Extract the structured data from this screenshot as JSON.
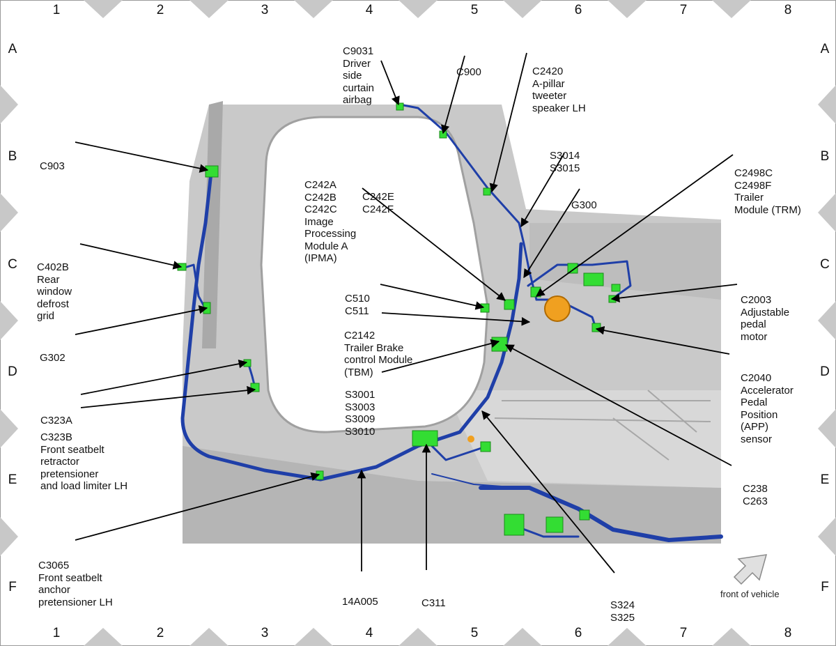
{
  "grid": {
    "columns": [
      "1",
      "2",
      "3",
      "4",
      "5",
      "6",
      "7",
      "8"
    ],
    "rows": [
      "A",
      "B",
      "C",
      "D",
      "E",
      "F"
    ]
  },
  "callouts": [
    {
      "id": "c9031",
      "lines": [
        "C9031",
        "Driver",
        "side",
        "curtain",
        "airbag"
      ]
    },
    {
      "id": "c900",
      "lines": [
        "C900"
      ]
    },
    {
      "id": "c2420",
      "lines": [
        "C2420",
        "A-pillar",
        "tweeter",
        "speaker LH"
      ]
    },
    {
      "id": "c903",
      "lines": [
        "C903"
      ]
    },
    {
      "id": "s3014",
      "lines": [
        "S3014",
        "S3015"
      ]
    },
    {
      "id": "c242a",
      "lines": [
        "C242A",
        "C242B",
        "C242C",
        "Image",
        "Processing",
        "Module A",
        "(IPMA)"
      ]
    },
    {
      "id": "c242e",
      "lines": [
        "C242E",
        "C242F"
      ]
    },
    {
      "id": "g300",
      "lines": [
        "G300"
      ]
    },
    {
      "id": "c2498c",
      "lines": [
        "C2498C",
        "C2498F",
        "Trailer",
        "Module (TRM)"
      ]
    },
    {
      "id": "c402b",
      "lines": [
        "C402B",
        "Rear",
        "window",
        "defrost",
        "grid"
      ]
    },
    {
      "id": "c510",
      "lines": [
        "C510",
        "C511"
      ]
    },
    {
      "id": "c2003",
      "lines": [
        "C2003",
        "Adjustable",
        "pedal",
        "motor"
      ]
    },
    {
      "id": "c2142",
      "lines": [
        "C2142",
        "Trailer Brake",
        "control Module",
        "(TBM)"
      ]
    },
    {
      "id": "g302",
      "lines": [
        "G302"
      ]
    },
    {
      "id": "c2040",
      "lines": [
        "C2040",
        "Accelerator",
        "Pedal",
        "Position",
        "(APP)",
        "sensor"
      ]
    },
    {
      "id": "s3001",
      "lines": [
        "S3001",
        "S3003",
        "S3009",
        "S3010"
      ]
    },
    {
      "id": "c323a",
      "lines": [
        "C323A"
      ]
    },
    {
      "id": "c323b",
      "lines": [
        "C323B",
        "Front seatbelt",
        "retractor",
        "pretensioner",
        "and load limiter LH"
      ]
    },
    {
      "id": "c238",
      "lines": [
        "C238",
        "C263"
      ]
    },
    {
      "id": "c3065",
      "lines": [
        "C3065",
        "Front seatbelt",
        "anchor",
        "pretensioner LH"
      ]
    },
    {
      "id": "w14a005",
      "lines": [
        "14A005"
      ]
    },
    {
      "id": "c311",
      "lines": [
        "C311"
      ]
    },
    {
      "id": "s324",
      "lines": [
        "S324",
        "S325"
      ]
    }
  ],
  "front_label": "front of vehicle",
  "colors": {
    "harness": "#1f3fa8",
    "connector": "#33dd33",
    "body_panel": "#c4c4c4",
    "component_orange": "#f0a020",
    "grid_triangle": "#c8c8c8"
  }
}
